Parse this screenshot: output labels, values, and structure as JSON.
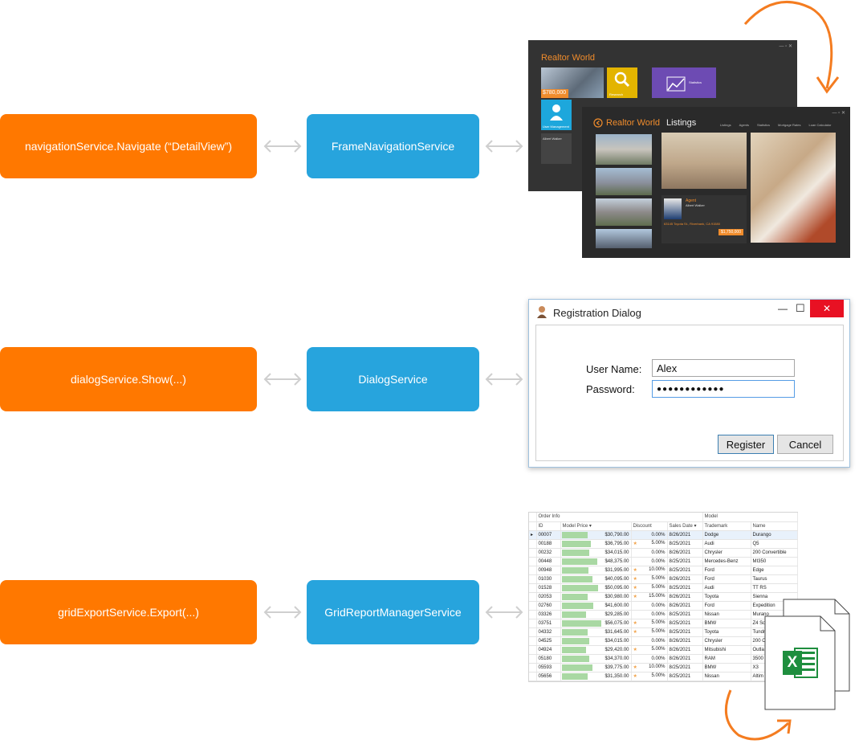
{
  "rows": [
    {
      "service_call": "navigationService.Navigate (“DetailView”)",
      "service_name": "FrameNavigationService"
    },
    {
      "service_call": "dialogService.Show(...)",
      "service_name": "DialogService"
    },
    {
      "service_call": "gridExportService.Export(...)",
      "service_name": "GridReportManagerService"
    }
  ],
  "colors": {
    "call_box": "#ff7800",
    "service_box": "#27a4dd",
    "arrow": "#cfcfcf",
    "curve": "#f47c20"
  },
  "realtor": {
    "back_title": "Realtor World",
    "back_price": "$780,000",
    "back_tile_research": "Research",
    "back_tile_statistics": "Statistics",
    "back_tile_user": "User Management",
    "back_agent": "Albert Walker",
    "front_title_accent": "Realtor World",
    "front_title_rest": "Listings",
    "front_nav": [
      "Listings",
      "Agents",
      "Statistics",
      "Mortgage Rates",
      "Loan Calculator"
    ],
    "front_agent_label": "Agent",
    "front_agent_name": "Albert Walker",
    "front_address": "63145 Toyota St., Riverbank, CA 91580",
    "front_price": "$1,750,000"
  },
  "dialog": {
    "title": "Registration Dialog",
    "username_label": "User Name:",
    "username_value": "Alex",
    "password_label": "Password:",
    "password_value": "●●●●●●●●●●●●",
    "register_label": "Register",
    "cancel_label": "Cancel",
    "minimize_glyph": "—",
    "maximize_glyph": "☐",
    "close_glyph": "✕"
  },
  "grid": {
    "band_order": "Order Info",
    "band_model": "Model",
    "headers": [
      "ID",
      "Model Price",
      "Discount",
      "Sales Date",
      "Trademark",
      "Name"
    ],
    "rows": [
      {
        "id": "00007",
        "price": "$30,790.00",
        "price_frac": 0.62,
        "star": false,
        "discount": "0.00%",
        "date": "8/26/2021",
        "trademark": "Dodge",
        "name": "Durango"
      },
      {
        "id": "00188",
        "price": "$36,795.00",
        "price_frac": 0.7,
        "star": true,
        "discount": "5.00%",
        "date": "8/25/2021",
        "trademark": "Audi",
        "name": "Q5"
      },
      {
        "id": "00232",
        "price": "$34,015.00",
        "price_frac": 0.66,
        "star": false,
        "discount": "0.00%",
        "date": "8/26/2021",
        "trademark": "Chrysler",
        "name": "200 Convertible"
      },
      {
        "id": "00448",
        "price": "$48,375.00",
        "price_frac": 0.85,
        "star": false,
        "discount": "0.00%",
        "date": "8/25/2021",
        "trademark": "Mercedes-Benz",
        "name": "MI350"
      },
      {
        "id": "00948",
        "price": "$31,995.00",
        "price_frac": 0.64,
        "star": true,
        "discount": "10.00%",
        "date": "8/25/2021",
        "trademark": "Ford",
        "name": "Edge"
      },
      {
        "id": "01030",
        "price": "$40,095.00",
        "price_frac": 0.74,
        "star": true,
        "discount": "5.00%",
        "date": "8/26/2021",
        "trademark": "Ford",
        "name": "Taurus"
      },
      {
        "id": "01528",
        "price": "$50,095.00",
        "price_frac": 0.88,
        "star": true,
        "discount": "5.00%",
        "date": "8/25/2021",
        "trademark": "Audi",
        "name": "TT RS"
      },
      {
        "id": "02053",
        "price": "$30,980.00",
        "price_frac": 0.62,
        "star": true,
        "discount": "15.00%",
        "date": "8/26/2021",
        "trademark": "Toyota",
        "name": "Sienna"
      },
      {
        "id": "02760",
        "price": "$41,600.00",
        "price_frac": 0.76,
        "star": false,
        "discount": "0.00%",
        "date": "8/26/2021",
        "trademark": "Ford",
        "name": "Expedition"
      },
      {
        "id": "03326",
        "price": "$29,285.00",
        "price_frac": 0.58,
        "star": false,
        "discount": "0.00%",
        "date": "8/25/2021",
        "trademark": "Nissan",
        "name": "Murano"
      },
      {
        "id": "03751",
        "price": "$56,075.00",
        "price_frac": 0.95,
        "star": true,
        "discount": "5.00%",
        "date": "8/25/2021",
        "trademark": "BMW",
        "name": "Z4 Sd"
      },
      {
        "id": "04332",
        "price": "$31,645.00",
        "price_frac": 0.63,
        "star": true,
        "discount": "5.00%",
        "date": "8/25/2021",
        "trademark": "Toyota",
        "name": "Tundr"
      },
      {
        "id": "04525",
        "price": "$34,015.00",
        "price_frac": 0.66,
        "star": false,
        "discount": "0.00%",
        "date": "8/26/2021",
        "trademark": "Chrysler",
        "name": "200 C"
      },
      {
        "id": "04924",
        "price": "$29,420.00",
        "price_frac": 0.58,
        "star": true,
        "discount": "5.00%",
        "date": "8/26/2021",
        "trademark": "Mitsubishi",
        "name": "Outla"
      },
      {
        "id": "05180",
        "price": "$34,370.00",
        "price_frac": 0.66,
        "star": false,
        "discount": "0.00%",
        "date": "8/26/2021",
        "trademark": "RAM",
        "name": "3500"
      },
      {
        "id": "05593",
        "price": "$39,775.00",
        "price_frac": 0.74,
        "star": true,
        "discount": "10.00%",
        "date": "8/25/2021",
        "trademark": "BMW",
        "name": "X3"
      },
      {
        "id": "05656",
        "price": "$31,350.00",
        "price_frac": 0.62,
        "star": true,
        "discount": "5.00%",
        "date": "8/25/2021",
        "trademark": "Nissan",
        "name": "Altim"
      }
    ]
  },
  "excel": {
    "letter": "X",
    "icon": "excel-icon"
  }
}
